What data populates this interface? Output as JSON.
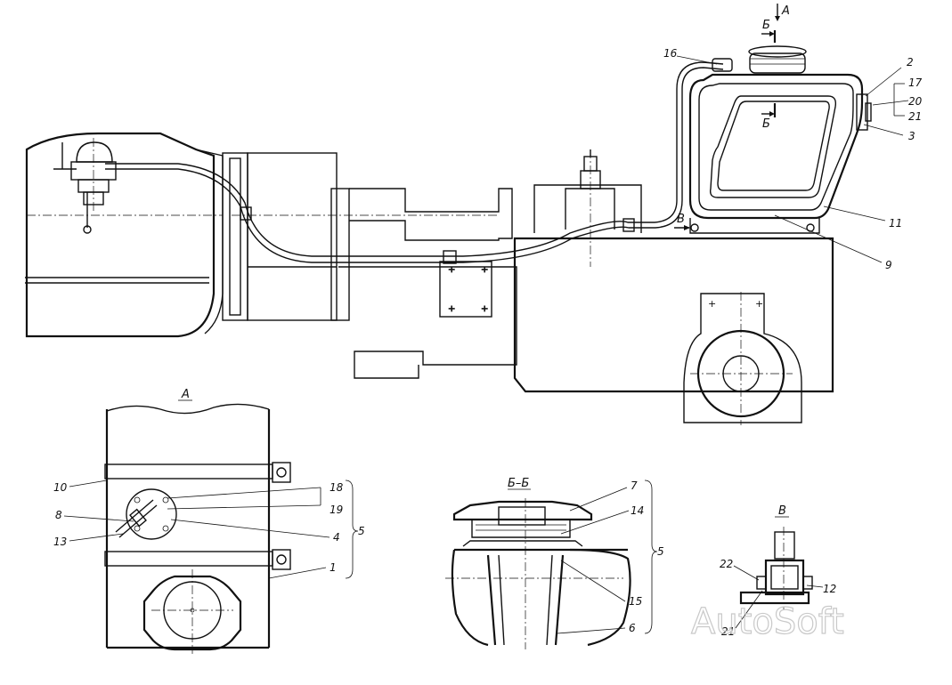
{
  "views": {
    "view_a_title": "А",
    "section_bb_title": "Б–Б",
    "view_v_title": "В"
  },
  "markers": {
    "arrow_a": "А",
    "cut_b_top": "Б",
    "cut_b_mid": "Б",
    "arrow_v": "В"
  },
  "callouts": {
    "main": [
      "16",
      "2",
      "17",
      "20",
      "21",
      "3",
      "11",
      "9"
    ],
    "view_a": [
      "10",
      "8",
      "13",
      "18",
      "19",
      "4",
      "5",
      "1"
    ],
    "section_bb": [
      "7",
      "14",
      "5",
      "15",
      "6"
    ],
    "view_v": [
      "22",
      "12",
      "21"
    ]
  },
  "watermark": "AutoSoft"
}
